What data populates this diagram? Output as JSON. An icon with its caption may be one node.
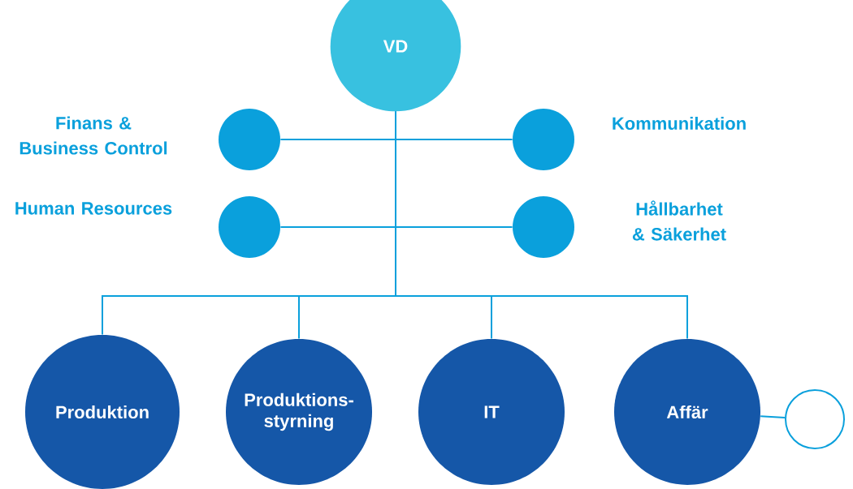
{
  "diagram": {
    "nodes": [
      {
        "text": [
          "VD"
        ]
      },
      {
        "text": [
          "Finans & Business Control"
        ]
      },
      {
        "text": [
          "Kommunikation"
        ]
      },
      {
        "text": [
          "Human Resources"
        ]
      },
      {
        "text": [
          "Hållbarhet & Säkerhet"
        ]
      },
      {
        "text": [
          "Produktion"
        ]
      },
      {
        "text": [
          "Produktions-styrning"
        ]
      },
      {
        "text": [
          "IT"
        ]
      },
      {
        "text": [
          "Affär"
        ]
      },
      {
        "text": [],
        "shape": "circle"
      }
    ],
    "edges": [
      {
        "from": 0,
        "to": 1,
        "arrow": "none"
      },
      {
        "from": 0,
        "to": 2,
        "arrow": "none"
      },
      {
        "from": 0,
        "to": 3,
        "arrow": "none"
      },
      {
        "from": 0,
        "to": 4,
        "arrow": "none"
      },
      {
        "from": 0,
        "to": 5,
        "arrow": "none"
      },
      {
        "from": 0,
        "to": 6,
        "arrow": "none"
      },
      {
        "from": 0,
        "to": 7,
        "arrow": "none"
      },
      {
        "from": 0,
        "to": 8,
        "arrow": "none"
      },
      {
        "from": 8,
        "to": 9,
        "arrow": "none"
      }
    ]
  }
}
